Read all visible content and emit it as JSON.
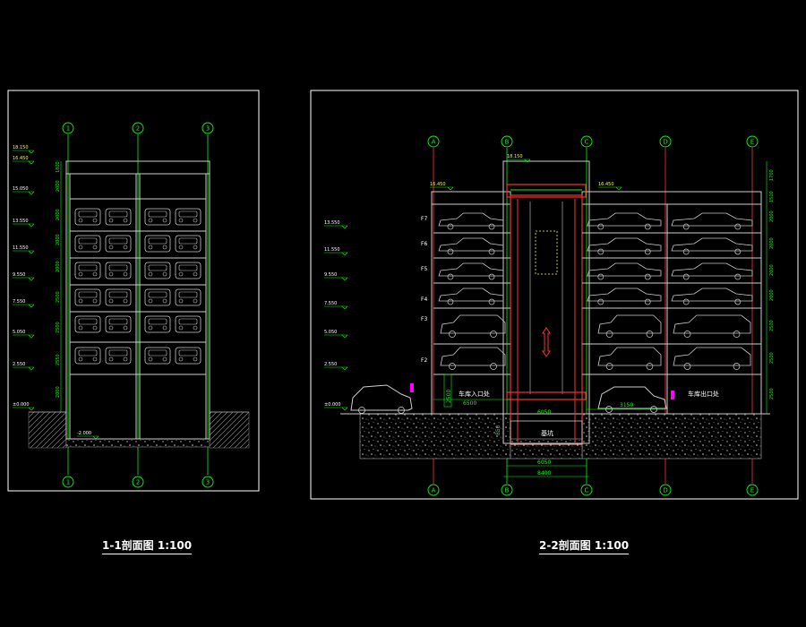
{
  "sections": [
    {
      "title": "1-1剖面图 1:100",
      "axes": [
        "1",
        "2",
        "3"
      ],
      "level_labels": [
        "18.150",
        "16.450",
        "15.050",
        "13.550",
        "11.550",
        "9.550",
        "7.550",
        "5.050",
        "2.550",
        "±0.000",
        "-2.000"
      ],
      "dims": [
        "1800",
        "2000",
        "2000",
        "2000",
        "2000",
        "2500",
        "2500",
        "2550",
        "2000"
      ]
    },
    {
      "title": "2-2剖面图 1:100",
      "axes": [
        "A",
        "B",
        "C",
        "D",
        "E"
      ],
      "level_labels": [
        "18.150",
        "16.450",
        "16.450",
        "13.550",
        "11.550",
        "9.550",
        "7.550",
        "5.050",
        "2.550",
        "±0.000"
      ],
      "floor_tags": [
        "F7",
        "F6",
        "F5",
        "F4",
        "F3",
        "F2"
      ],
      "entry_label": "车库入口处",
      "exit_label": "车库出口处",
      "pit_label": "基坑",
      "dims": [
        "6050",
        "8400",
        "6500",
        "2500",
        "850",
        "6050"
      ],
      "right_dims": [
        "1700",
        "1500",
        "2000",
        "2000",
        "2000",
        "2000",
        "2500",
        "2500",
        "2500"
      ],
      "entry_dim": "6500",
      "exit_dim": "3150"
    }
  ],
  "colors": {
    "background": "#000000",
    "frame": "#ffffff",
    "axis_bubble": "#00ff00",
    "dimension": "#00ff00",
    "level_text": "#ffff00",
    "structure": "#c8c8c8",
    "cyan": "#00ffff",
    "red": "#ff3030",
    "magenta": "#ff00ff",
    "blue": "#4060ff"
  }
}
